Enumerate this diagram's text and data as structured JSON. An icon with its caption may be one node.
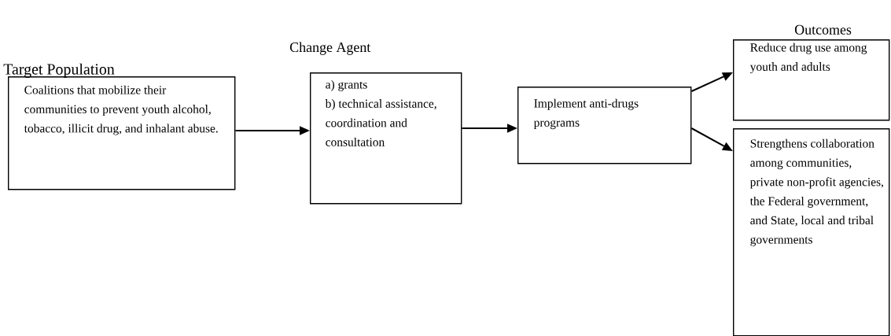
{
  "diagram": {
    "nodes": [
      {
        "text": [
          "Target Population",
          "Coalitions that mobilize their communities to prevent youth alcohol, tobacco, illicit drug, and inhalant abuse."
        ]
      },
      {
        "text": [
          "Change Agent",
          "a) grants",
          "b) technical assistance, coordination and consultation"
        ]
      },
      {
        "text": [
          "Implement anti-drugs programs"
        ]
      },
      {
        "text": [
          "Outcomes",
          "Reduce drug use among youth and adults"
        ]
      },
      {
        "text": [
          "Strengthens collaboration among communities, private non-profit agencies, the Federal government, and State, local and tribal governments"
        ]
      }
    ],
    "edges": [
      {
        "from": 0,
        "to": 1,
        "arrow": "to"
      },
      {
        "from": 1,
        "to": 2,
        "arrow": "to"
      },
      {
        "from": 2,
        "to": 3,
        "arrow": "to"
      },
      {
        "from": 2,
        "to": 4,
        "arrow": "to"
      }
    ]
  }
}
